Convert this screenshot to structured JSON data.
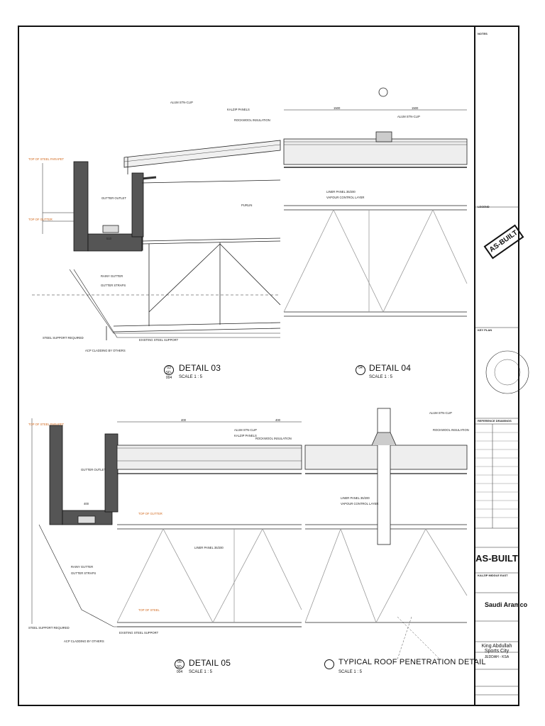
{
  "details": [
    {
      "id": "03",
      "ref": "SD-004",
      "title": "DETAIL 03",
      "scale": "SCALE 1 : 5"
    },
    {
      "id": "04",
      "ref": "",
      "title": "DETAIL 04",
      "scale": "SCALE 1 : 5"
    },
    {
      "id": "05",
      "ref": "SD-004",
      "title": "DETAIL 05",
      "scale": "SCALE 1 : 5"
    },
    {
      "id": "",
      "ref": "",
      "title": "TYPICAL ROOF PENETRATION DETAIL",
      "scale": "SCALE 1 : 5"
    }
  ],
  "annotations": {
    "alum_stclip": "ALUM STN-CLIP",
    "kalzip_panels": "KALZIP PANELS",
    "rockwool": "ROCKWOOL INSULATION",
    "gutter_outlet": "GUTTER OUTLET",
    "rainy_gutter": "RAINY GUTTER",
    "gutter_straps": "GUTTER STRAPS",
    "steel_support": "STEEL SUPPORT REQUIRED",
    "acp_cladding": "ACP CLADDING BY OTHERS",
    "existing_steel": "EXISTING STEEL SUPPORT",
    "purlin": "PURLIN",
    "liner_panel": "LINER PANEL 35/200",
    "vapour": "VAPOUR CONTROL LAYER",
    "top_steel_parapet": "TOP OF STEEL PARAPET",
    "top_gutter": "TOP OF GUTTER",
    "top_steel": "TOP OF STEEL",
    "dim_400": "400",
    "dim_1500": "1500",
    "dim_510": "510"
  },
  "title_block": {
    "notes_heading": "NOTES",
    "legend_heading": "LEGEND",
    "keyplan_heading": "KEY PLAN",
    "ref_heading": "REFERENCE DRAWINGS",
    "stamp": "AS-BUILT",
    "status": "AS-BUILT",
    "contractor": "KALZIP MIDDLE EAST",
    "client": "Saudi Aramco",
    "project": "King Abdullah Sports City",
    "location": "JEDDAH - KSA"
  }
}
